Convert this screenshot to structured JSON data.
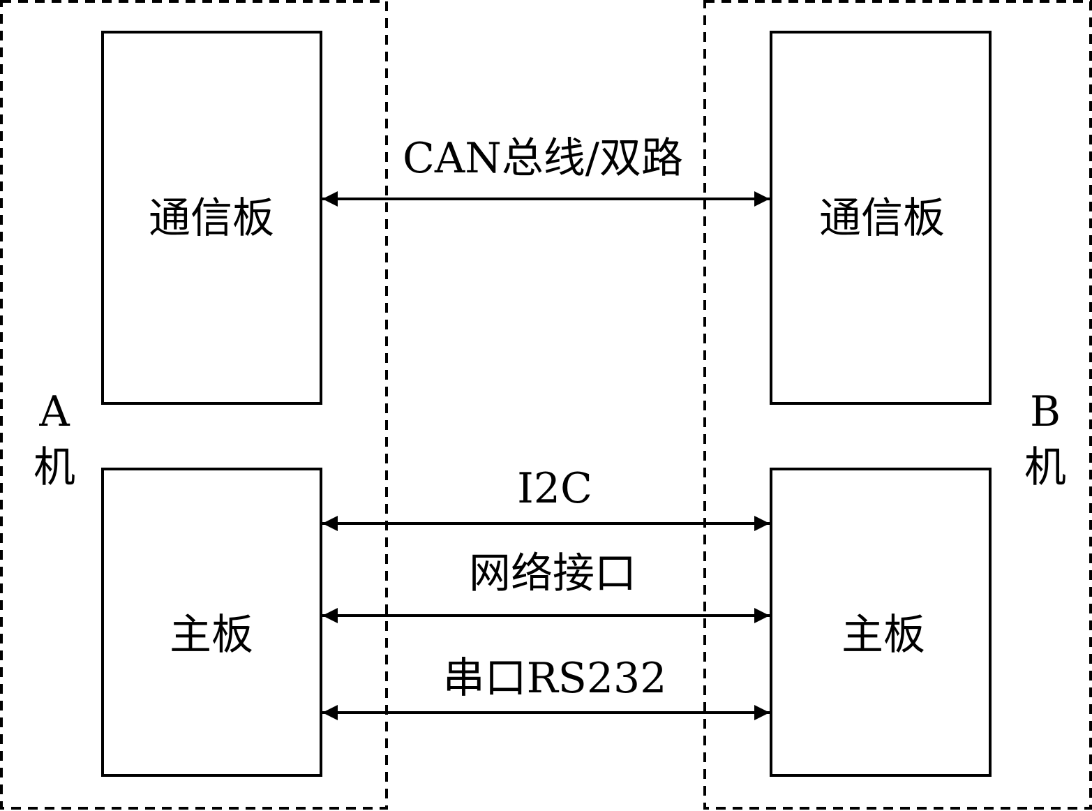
{
  "machine_a": {
    "letter": "A",
    "suffix": "机",
    "comm_board": "通信板",
    "main_board": "主板"
  },
  "machine_b": {
    "letter": "B",
    "suffix": "机",
    "comm_board": "通信板",
    "main_board": "主板"
  },
  "links": {
    "can": "CAN总线/双路",
    "i2c": "I2C",
    "network": "网络接口",
    "serial": "串口RS232"
  }
}
